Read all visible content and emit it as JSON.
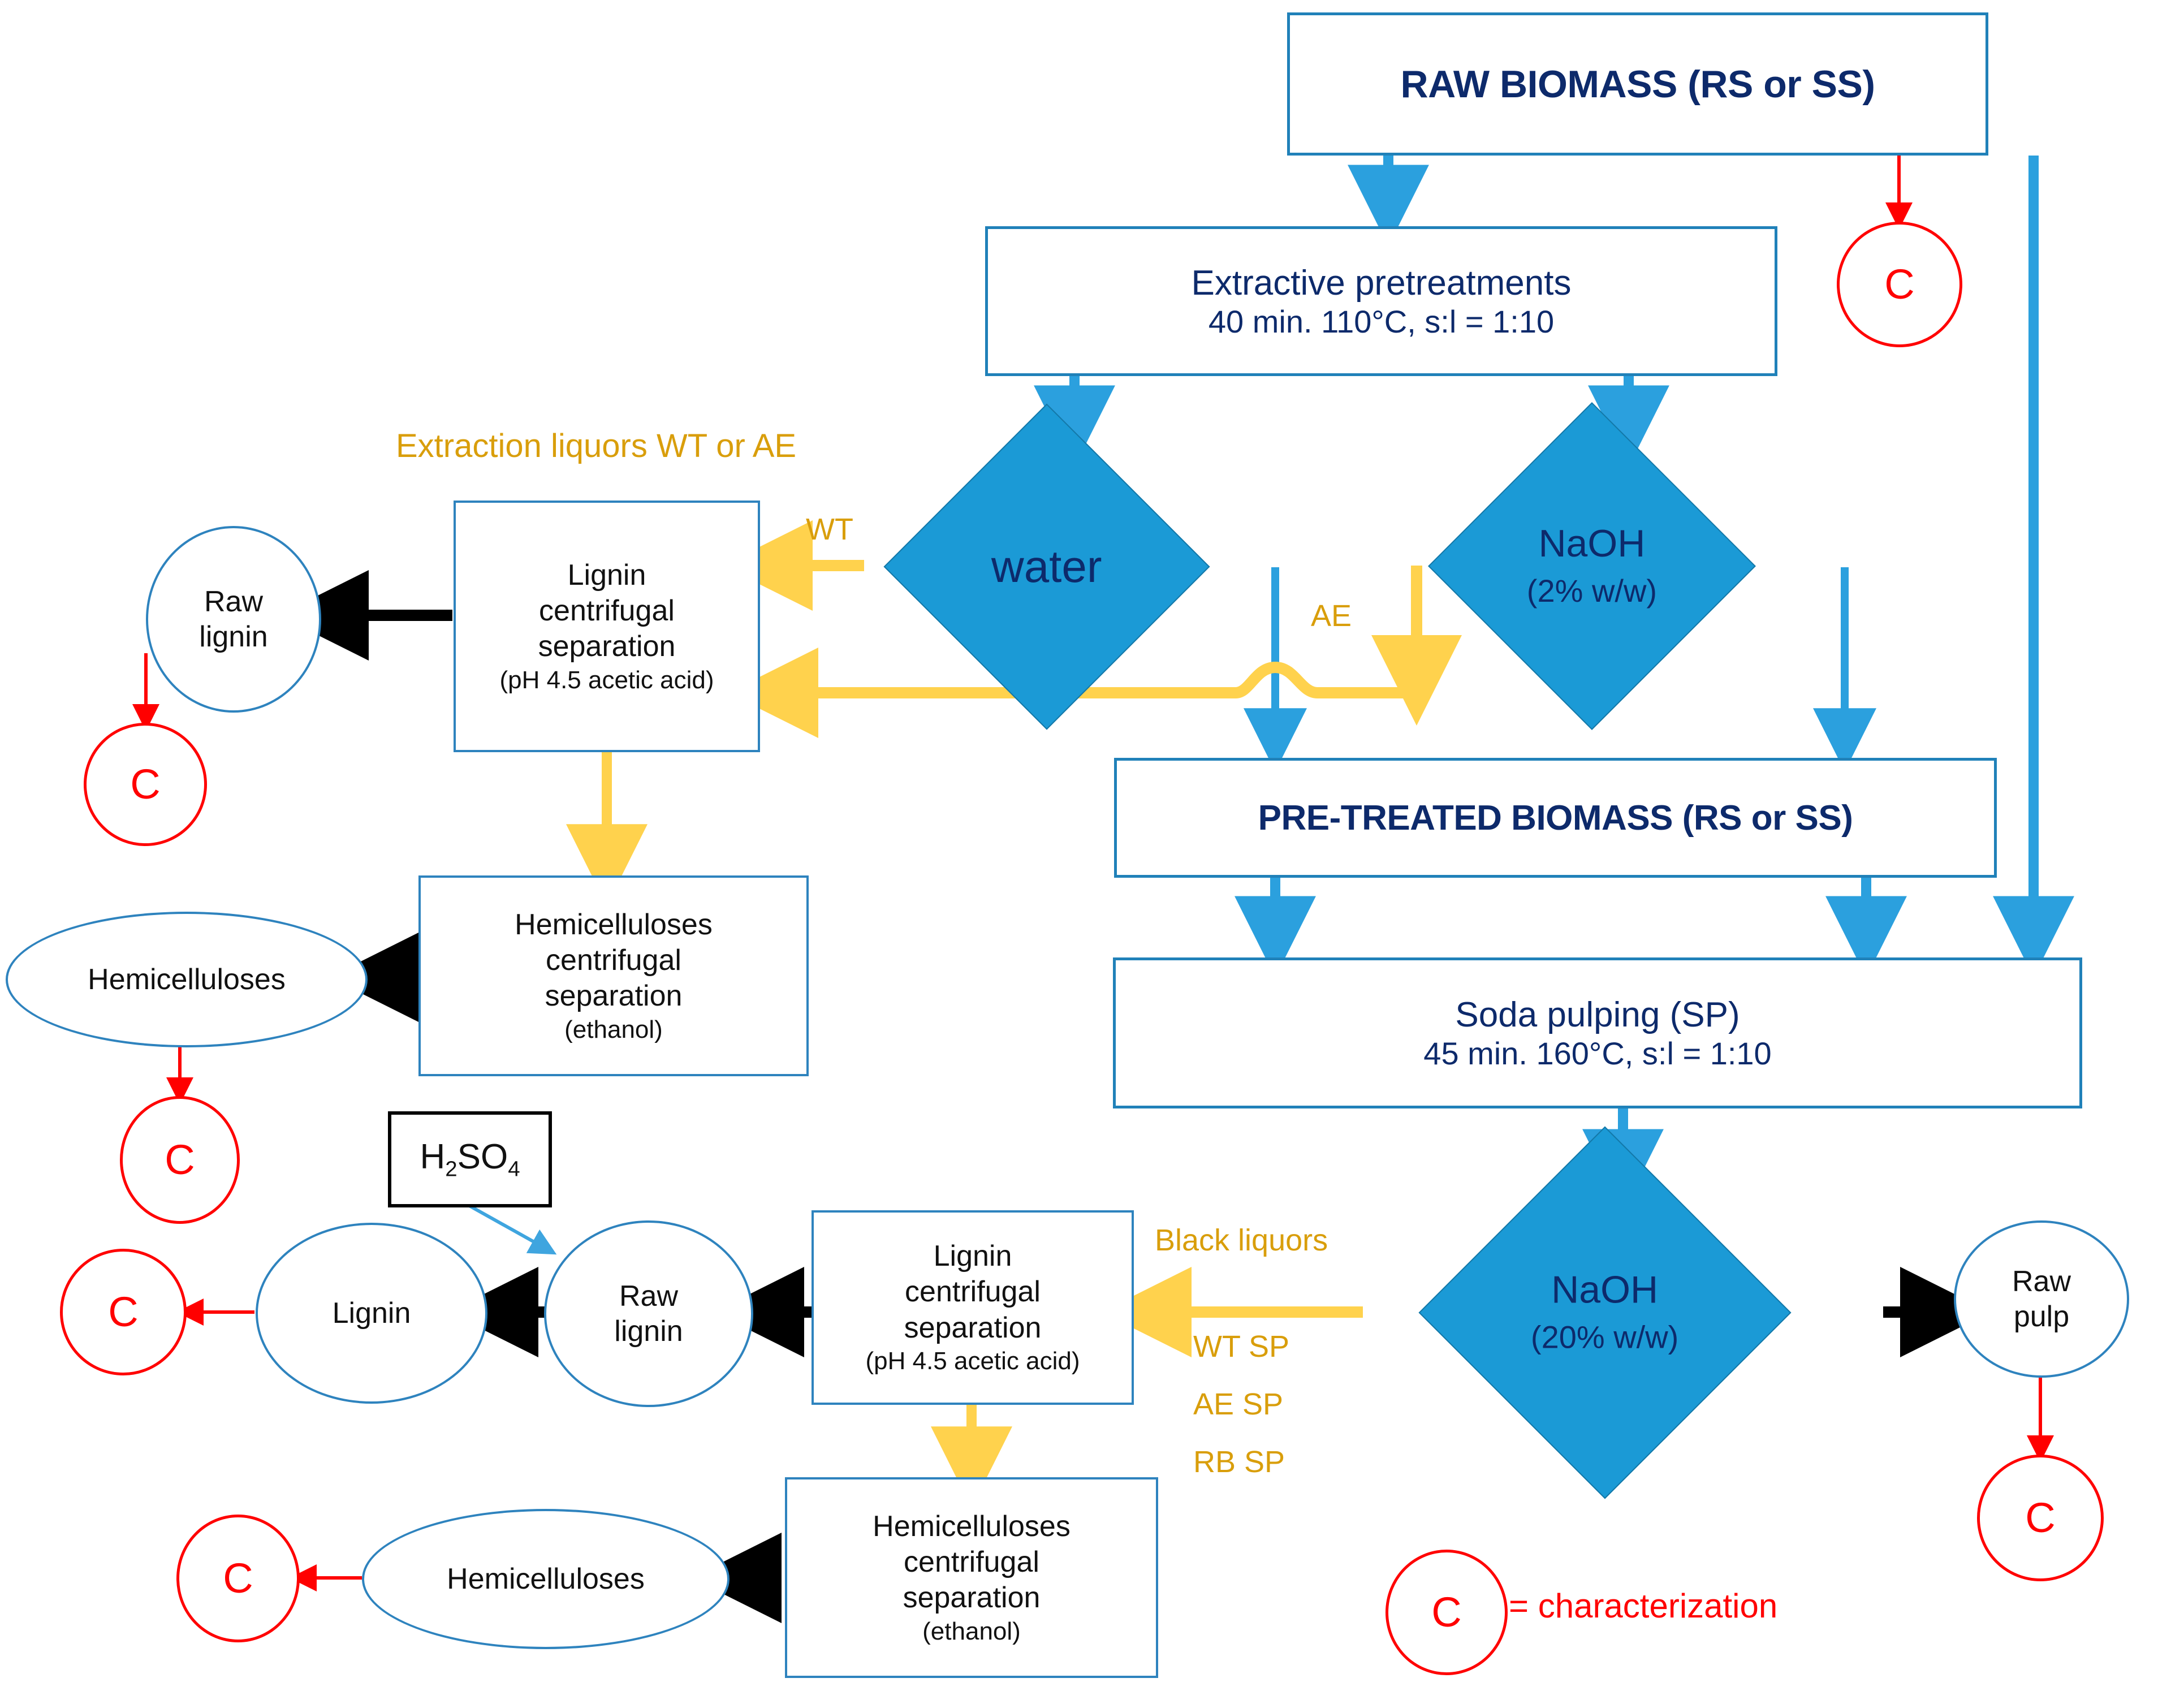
{
  "diagram": {
    "title": "Biomass fractionation and soda pulping process flow",
    "colors": {
      "diamond_fill": "#1B9AD6",
      "box_border_blue": "#2081B9",
      "thin_border_blue": "#2E83BE",
      "navy_text": "#0D2A6B",
      "yellow_arrow": "#FFD966",
      "yellow_text": "#D99E0B",
      "red": "#FF0000",
      "black": "#000000"
    }
  },
  "boxes": {
    "raw_biomass": "RAW BIOMASS (RS or SS)",
    "extractive_pretreatments": {
      "line1": "Extractive pretreatments",
      "line2": "40 min. 110°C, s:l = 1:10"
    },
    "pretreated_biomass": "PRE-TREATED BIOMASS (RS or SS)",
    "soda_pulping": {
      "line1": "Soda pulping (SP)",
      "line2": "45 min. 160°C, s:l = 1:10"
    },
    "lignin_sep_top": {
      "line1": "Lignin",
      "line2": "centrifugal",
      "line3": "separation",
      "line4": "(pH 4.5 acetic acid)"
    },
    "hemi_sep_top": {
      "line1": "Hemicelluloses",
      "line2": "centrifugal",
      "line3": "separation",
      "line4": "(ethanol)"
    },
    "lignin_sep_bottom": {
      "line1": "Lignin",
      "line2": "centrifugal",
      "line3": "separation",
      "line4": "(pH 4.5 acetic acid)"
    },
    "hemi_sep_bottom": {
      "line1": "Hemicelluloses",
      "line2": "centrifugal",
      "line3": "separation",
      "line4": "(ethanol)"
    },
    "h2so4": "H2SO4"
  },
  "diamonds": {
    "water": {
      "line1": "water",
      "line2": ""
    },
    "naoh_2": {
      "line1": "NaOH",
      "line2": "(2% w/w)"
    },
    "naoh_20": {
      "line1": "NaOH",
      "line2": "(20% w/w)"
    }
  },
  "ellipses": {
    "raw_lignin_top": {
      "line1": "Raw",
      "line2": "lignin"
    },
    "hemicelluloses_top": {
      "line1": "Hemicelluloses",
      "line2": ""
    },
    "lignin_bottom": {
      "line1": "Lignin",
      "line2": ""
    },
    "raw_lignin_bottom": {
      "line1": "Raw",
      "line2": "lignin"
    },
    "hemicelluloses_bottom": {
      "line1": "Hemicelluloses",
      "line2": ""
    },
    "raw_pulp": {
      "line1": "Raw",
      "line2": "pulp"
    }
  },
  "characterization": {
    "mark": "C",
    "legend_text": "= characterization",
    "count": 6
  },
  "labels": {
    "extraction_liquors": "Extraction liquors WT or AE",
    "wt": "WT",
    "ae": "AE",
    "black_liquors": "Black liquors",
    "wt_sp": "WT SP",
    "ae_sp": "AE SP",
    "rb_sp": "RB SP"
  }
}
